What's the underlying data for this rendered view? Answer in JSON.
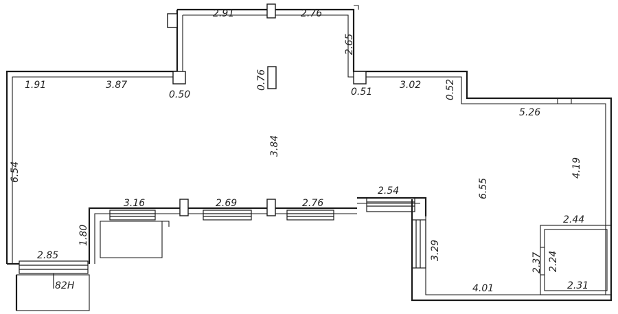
{
  "dimensions": {
    "top_left": "2.91",
    "top_right": "2.76",
    "top_right_vertical": "2.65",
    "center_small": "0.76",
    "left_top_a": "1.91",
    "left_top_b": "3.87",
    "pillar_left": "0.50",
    "pillar_right": "0.51",
    "right_step": "3.02",
    "right_step_vertical": "0.52",
    "right_wall": "5.26",
    "main_height": "3.84",
    "left_height": "6.54",
    "right_height": "4.19",
    "right_room_height": "6.55",
    "window_a": "3.16",
    "window_b": "2.69",
    "window_c": "2.76",
    "window_d": "2.54",
    "entry_height": "1.80",
    "entry_width": "2.85",
    "entry_label": "82H",
    "window_vertical": "3.29",
    "bottom_wall": "4.01",
    "closet_width_top": "2.44",
    "closet_height_a": "2.37",
    "closet_height_b": "2.24",
    "closet_width_bottom": "2.31"
  }
}
